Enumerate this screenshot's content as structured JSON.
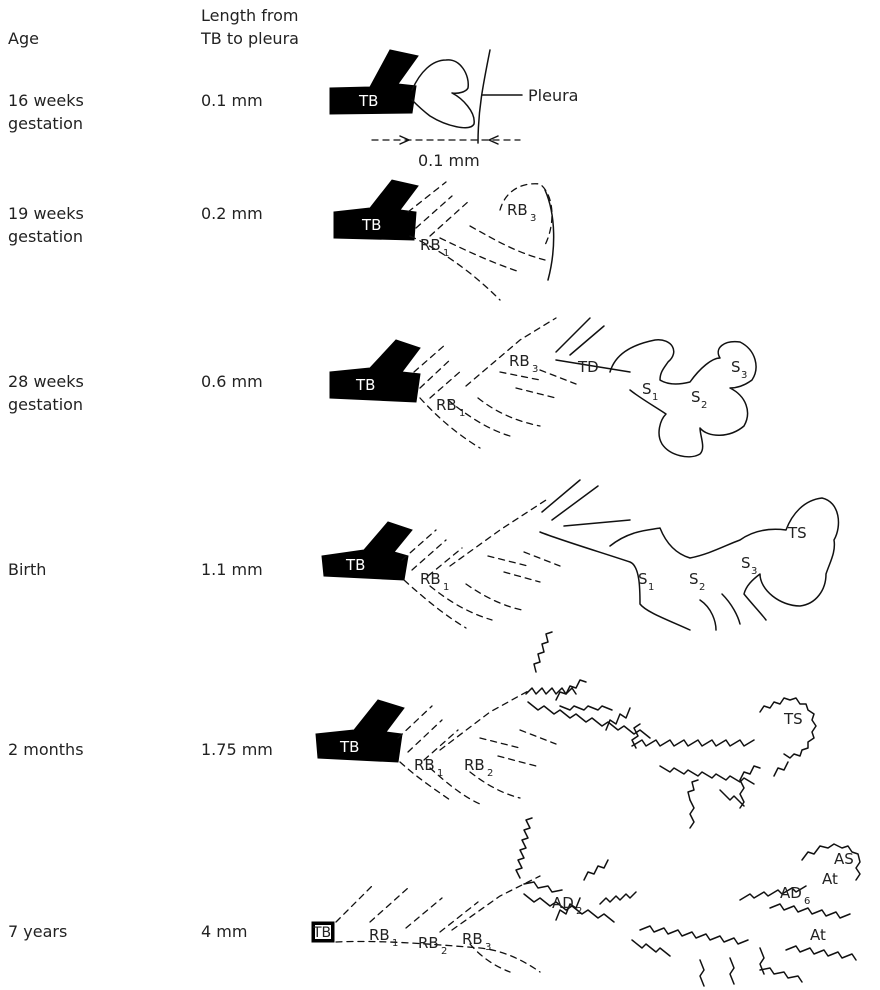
{
  "headers": {
    "age": "Age",
    "length_line1": "Length from",
    "length_line2": "TB to pleura"
  },
  "rows": [
    {
      "age_line1": "16 weeks",
      "age_line2": "gestation",
      "length": "0.1 mm"
    },
    {
      "age_line1": "19 weeks",
      "age_line2": "gestation",
      "length": "0.2 mm"
    },
    {
      "age_line1": "28 weeks",
      "age_line2": "gestation",
      "length": "0.6 mm"
    },
    {
      "age_line1": "Birth",
      "age_line2": "",
      "length": "1.1 mm"
    },
    {
      "age_line1": "2 months",
      "age_line2": "",
      "length": "1.75 mm"
    },
    {
      "age_line1": "7 years",
      "age_line2": "",
      "length": "4 mm"
    }
  ],
  "labels": {
    "tb": "TB",
    "pleura": "Pleura",
    "scale": "0.1 mm",
    "rb": "RB",
    "td": "TD",
    "s": "S",
    "ts": "TS",
    "ad": "AD",
    "as": "AS",
    "at": "At",
    "sub1": "1",
    "sub2": "2",
    "sub3": "3",
    "sub6": "6"
  }
}
